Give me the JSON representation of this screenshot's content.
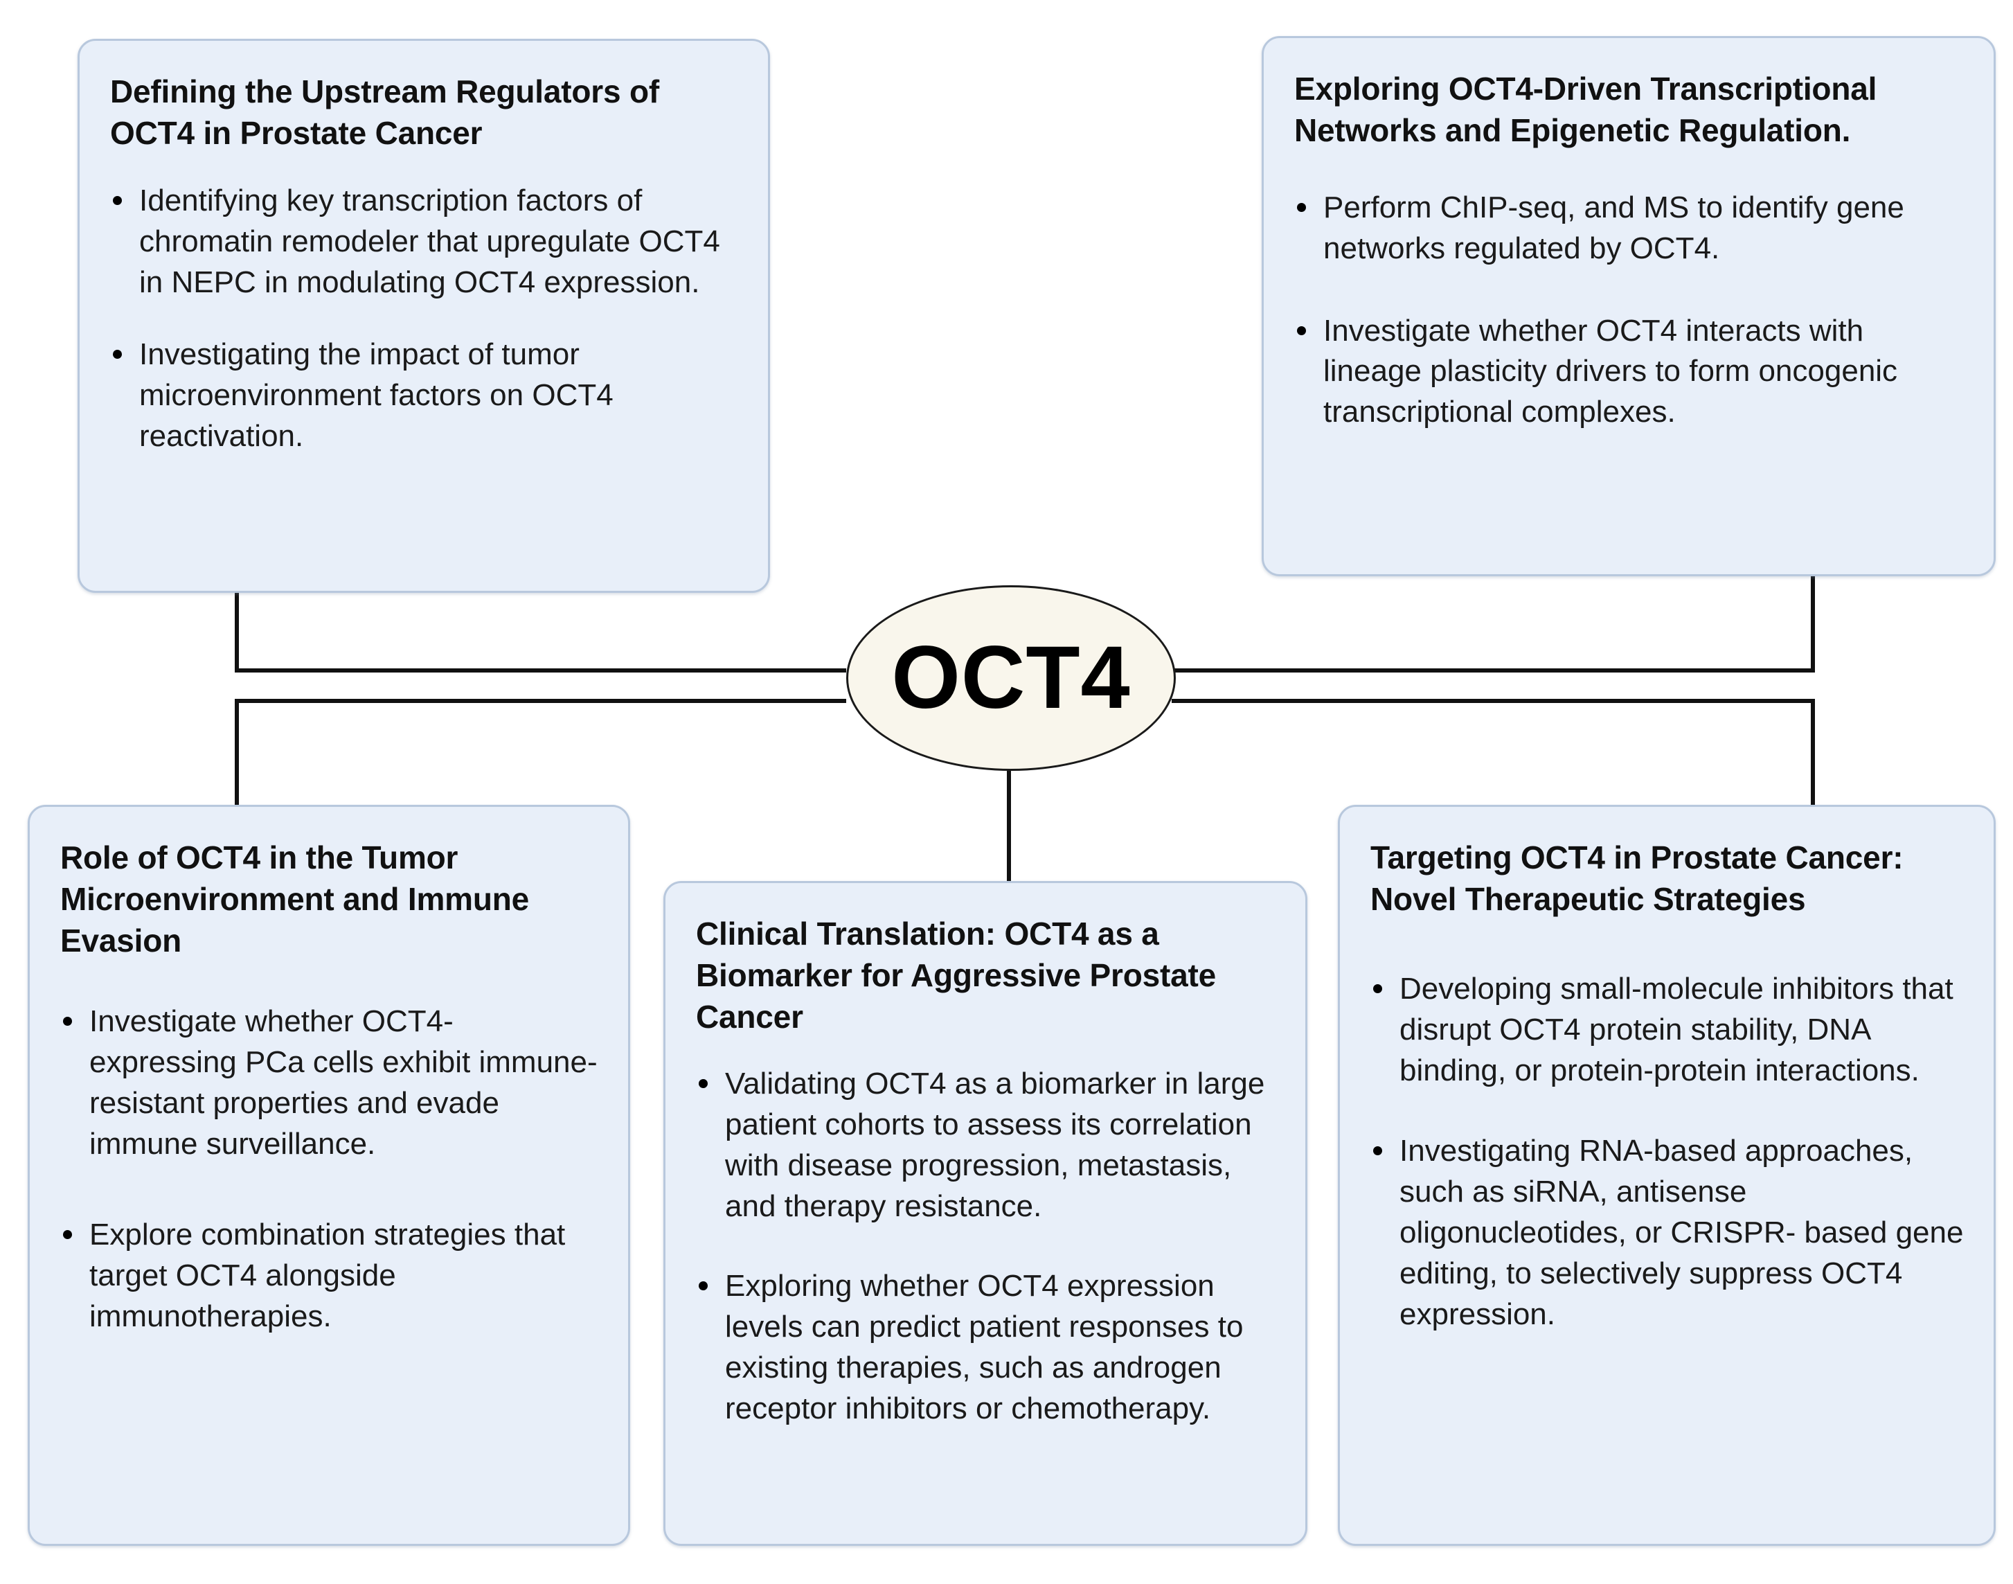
{
  "diagram": {
    "hub": {
      "label": "OCT4"
    },
    "nodes": [
      {
        "id": "upstream",
        "title": "Defining the Upstream Regulators of OCT4 in Prostate Cancer",
        "bullets": [
          "Identifying key transcription factors of chromatin remodeler that upregulate OCT4 in NEPC in modulating OCT4 expression.",
          "Investigating the impact of tumor microenvironment factors on OCT4 reactivation."
        ]
      },
      {
        "id": "networks",
        "title": "Exploring OCT4-Driven Transcriptional Networks and Epigenetic Regulation.",
        "bullets": [
          "Perform ChIP-seq, and MS to identify gene networks regulated by OCT4.",
          "Investigate whether OCT4 interacts with lineage plasticity drivers to form oncogenic transcriptional complexes."
        ]
      },
      {
        "id": "tme",
        "title": "Role of OCT4 in the Tumor Microenvironment and Immune Evasion",
        "bullets": [
          "Investigate whether OCT4-expressing PCa cells exhibit immune-resistant properties and evade immune surveillance.",
          "Explore combination strategies that target OCT4 alongside immunotherapies."
        ]
      },
      {
        "id": "clinical",
        "title": "Clinical Translation: OCT4 as a Biomarker for Aggressive Prostate Cancer",
        "bullets": [
          "Validating OCT4 as a biomarker in large patient cohorts to assess its correlation with disease progression, metastasis, and therapy resistance.",
          "Exploring whether OCT4 expression levels can predict patient responses to existing therapies, such as androgen receptor inhibitors or chemotherapy."
        ]
      },
      {
        "id": "targeting",
        "title": "Targeting OCT4 in Prostate Cancer: Novel Therapeutic Strategies",
        "bullets": [
          "Developing small-molecule inhibitors that disrupt OCT4 protein stability, DNA binding, or protein-protein interactions.",
          "Investigating RNA-based approaches, such as siRNA, antisense oligonucleotides, or CRISPR- based gene editing, to selectively suppress OCT4 expression."
        ]
      }
    ],
    "colors": {
      "node_fill": "#e8eff9",
      "node_border": "#b8c8dd",
      "hub_fill": "#f9f6ec",
      "hub_border": "#1a1a1a",
      "connector": "#111111",
      "text": "#111111",
      "background": "#ffffff"
    }
  }
}
